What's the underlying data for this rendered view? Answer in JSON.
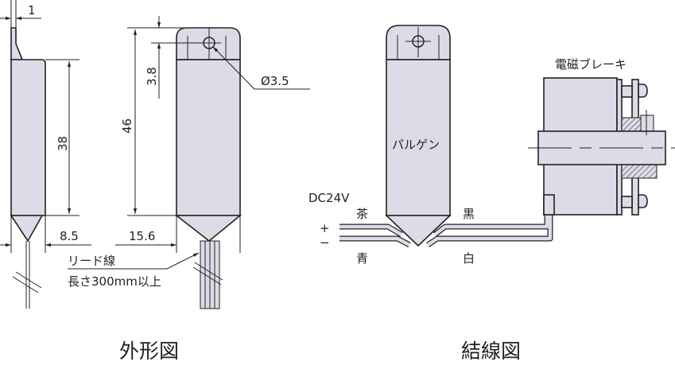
{
  "outline": {
    "title": "外形図",
    "dim_thickness": "1",
    "dim_body_height": "38",
    "dim_total_height": "46",
    "dim_hole_offset": "3.8",
    "dim_hole_diameter": "Ø3.5",
    "dim_side_width": "8.5",
    "dim_front_width": "15.6",
    "lead_label": "リード線",
    "lead_length": "長さ300mm以上"
  },
  "wiring": {
    "title": "結線図",
    "device_label": "パルゲン",
    "brake_label": "電磁ブレーキ",
    "supply": "DC24V",
    "plus": "+",
    "minus": "−",
    "wire_brown": "茶",
    "wire_blue": "青",
    "wire_black": "黒",
    "wire_white": "白"
  }
}
